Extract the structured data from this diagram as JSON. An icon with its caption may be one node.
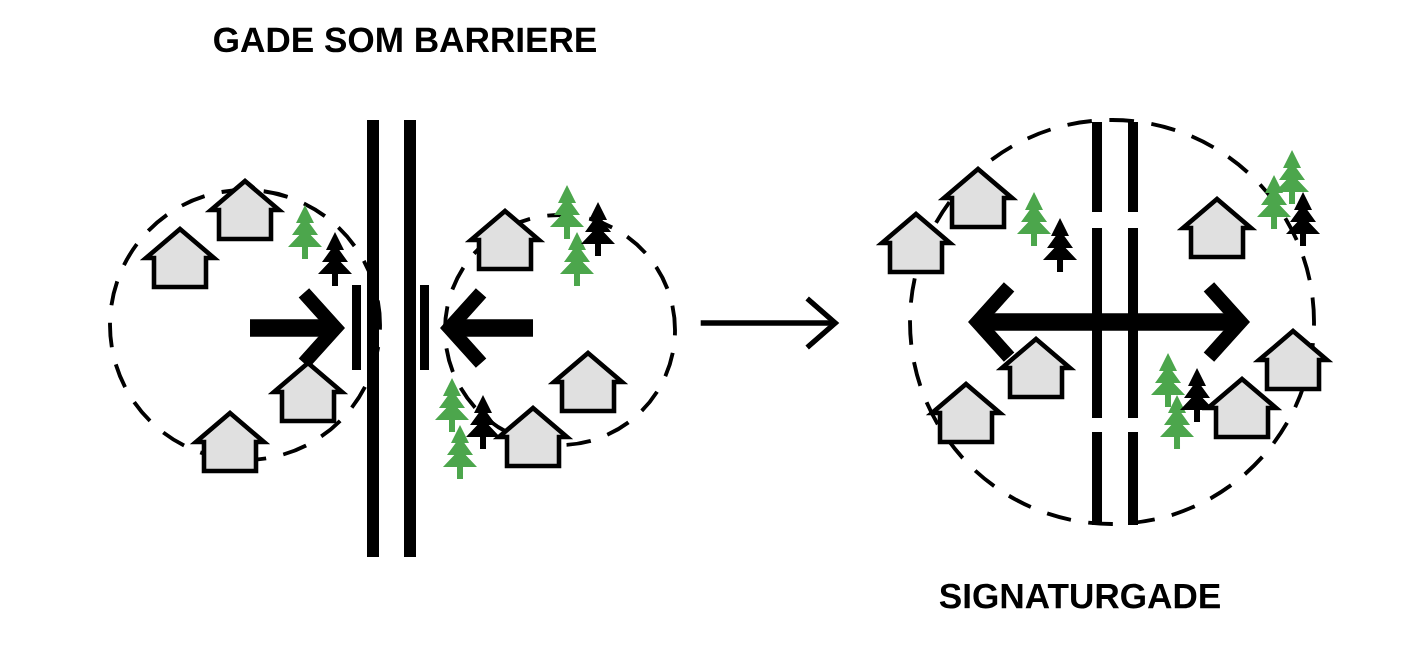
{
  "diagram": {
    "nodes": [
      {
        "text": [
          "GADE SOM BARRIERE"
        ]
      },
      {
        "text": [
          "SIGNATURGADE"
        ]
      }
    ],
    "edges": [
      {
        "from": 0,
        "to": 1,
        "arrow": "to"
      }
    ]
  }
}
